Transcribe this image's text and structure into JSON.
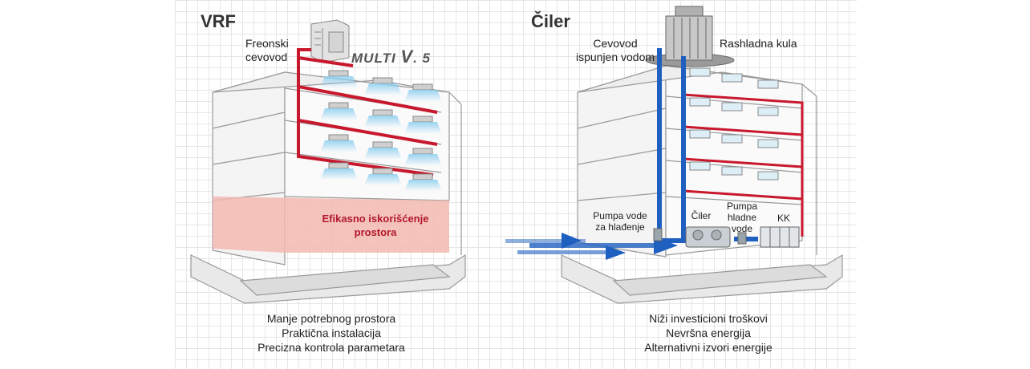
{
  "vrf": {
    "title": "VRF",
    "freon_label": "Freonski\ncevovod",
    "brand_text": "MULTI",
    "brand_v": "V",
    "brand_num": "5",
    "space_label": "Efikasno iskorišćenje\nprostora",
    "benefits": [
      "Manje potrebnog prostora",
      "Praktična instalacija",
      "Precizna kontrola parametara"
    ]
  },
  "chiller": {
    "title": "Čiler",
    "water_pipe_label": "Cevovod\nispunjen vodom",
    "cooling_tower_label": "Rashladna kula",
    "cooling_pump_label": "Pumpa vode\nza hlađenje",
    "chiller_label": "Čiler",
    "cold_pump_label": "Pumpa\nhladne\nvode",
    "kk_label": "KK",
    "benefits": [
      "Niži investicioni troškovi",
      "Nevršna energija",
      "Alternativni izvori energije"
    ]
  },
  "colors": {
    "refrigerant_pipe": "#c8182e",
    "water_pipe": "#1f5fbf",
    "efficient_space": "#f2b9b0",
    "highlight_text": "#b3182b"
  }
}
